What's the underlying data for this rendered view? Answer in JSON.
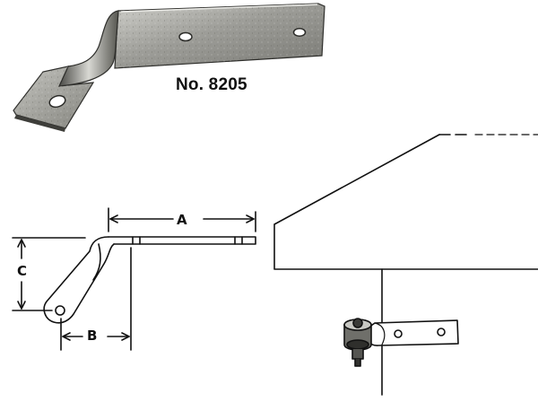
{
  "product": {
    "label": "No. 8205"
  },
  "dimensions": {
    "a": "A",
    "b": "B",
    "c": "C"
  },
  "colors": {
    "ink": "#111111",
    "metal_light": "#b9b9b4",
    "metal_dark": "#6f6f6a",
    "metal_shadow": "#3a3a37",
    "background": "#ffffff"
  }
}
